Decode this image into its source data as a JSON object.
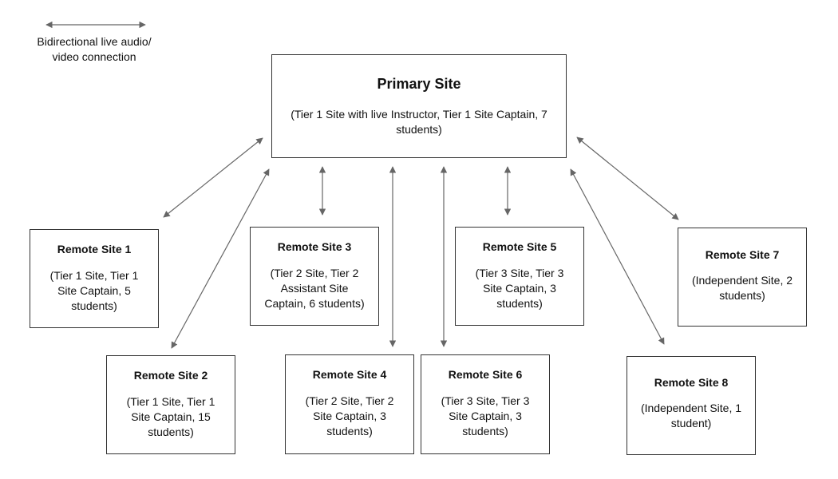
{
  "legend": {
    "label": "Bidirectional live audio/ video connection"
  },
  "primary": {
    "title": "Primary Site",
    "description": "(Tier 1 Site with live Instructor, Tier 1 Site Captain, 7 students)"
  },
  "remote_sites": [
    {
      "title": "Remote Site 1",
      "description": "(Tier 1 Site, Tier 1 Site Captain, 5 students)"
    },
    {
      "title": "Remote Site 2",
      "description": "(Tier 1 Site, Tier 1 Site Captain, 15 students)"
    },
    {
      "title": "Remote Site 3",
      "description": "(Tier 2 Site, Tier 2 Assistant Site Captain, 6 students)"
    },
    {
      "title": "Remote Site 4",
      "description": "(Tier 2 Site, Tier 2 Site Captain, 3 students)"
    },
    {
      "title": "Remote Site 5",
      "description": "(Tier 3 Site, Tier 3 Site Captain, 3 students)"
    },
    {
      "title": "Remote Site 6",
      "description": "(Tier 3 Site, Tier 3 Site Captain, 3 students)"
    },
    {
      "title": "Remote Site 7",
      "description": "(Independent Site, 2 students)"
    },
    {
      "title": "Remote Site 8",
      "description": "(Independent Site, 1 student)"
    }
  ],
  "colors": {
    "arrow": "#666666",
    "border": "#333333"
  }
}
